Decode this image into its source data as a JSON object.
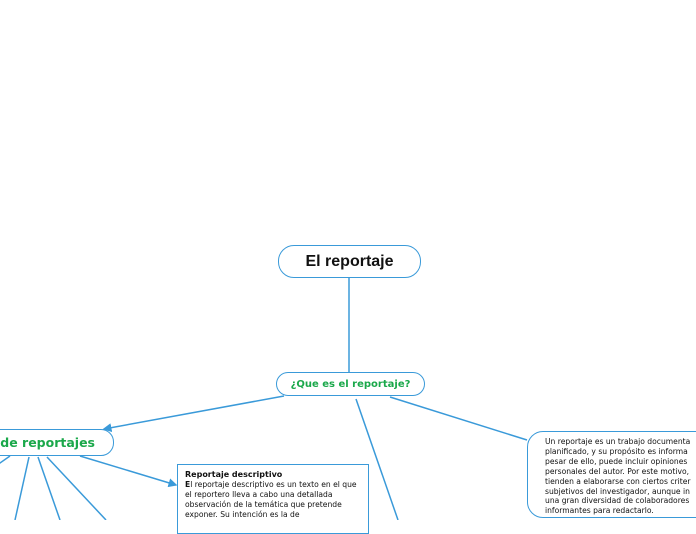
{
  "diagram": {
    "type": "mind-map",
    "colors": {
      "line": "#3a9ad9",
      "subtopic_text": "#1aa84a",
      "root_text": "#111111"
    },
    "root": {
      "label": "El reportaje"
    },
    "main_topic": {
      "label": "¿Que es el reportaje?"
    },
    "types_topic": {
      "label": "Tipos de reportajes",
      "visible_label": "s de reportajes"
    },
    "descriptive_note": {
      "title": "Reportaje descriptivo",
      "first_letter": "E",
      "body": "l reportaje descriptivo es un texto en el que el reportero lleva a cabo una detallada observación de la temática que pretende exponer. Su intención es la de"
    },
    "definition_note": {
      "lines": [
        "Un reportaje es un trabajo documenta",
        "planificado, y su propósito es informa",
        "pesar de ello, puede incluir opiniones",
        "personales del autor. Por este motivo,",
        "tienden a elaborarse con ciertos criter",
        "subjetivos del investigador, aunque in",
        "una gran diversidad de colaboradores",
        "informantes para redactarlo."
      ]
    }
  }
}
